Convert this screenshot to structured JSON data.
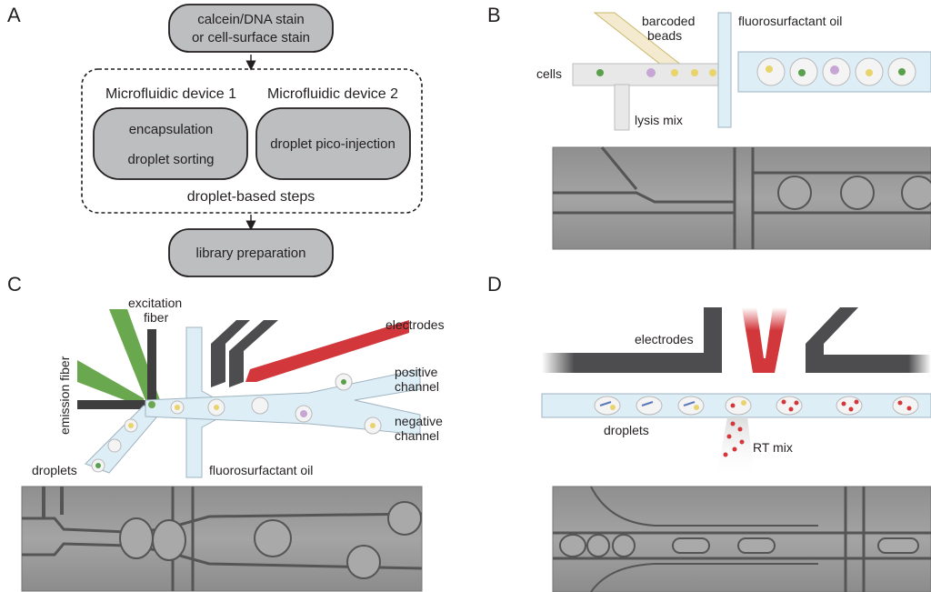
{
  "panel_labels": [
    "A",
    "B",
    "C",
    "D"
  ],
  "panel_a": {
    "stain_box": [
      "calcein/DNA stain",
      "or  cell-surface stain"
    ],
    "device1_title": "Microfluidic device 1",
    "device2_title": "Microfluidic device 2",
    "device1_steps": [
      "encapsulation",
      "droplet sorting"
    ],
    "device2_step": "droplet pico-injection",
    "group_label": "droplet-based steps",
    "library_box": "library preparation"
  },
  "panel_b": {
    "barcoded_beads": [
      "barcoded",
      "beads"
    ],
    "oil": "fluorosurfactant oil",
    "cells": "cells",
    "lysis": "lysis mix"
  },
  "panel_c": {
    "excitation": [
      "excitation",
      "fiber"
    ],
    "emission": "emission fiber",
    "electrodes": "electrodes",
    "positive": [
      "positive",
      "channel"
    ],
    "negative": [
      "negative",
      "channel"
    ],
    "droplets": "droplets",
    "oil": "fluorosurfactant oil"
  },
  "panel_d": {
    "electrodes": "electrodes",
    "droplets": "droplets",
    "rt_mix": "RT mix"
  },
  "colors": {
    "box_fill": "#bcbec0",
    "channel_fill": "#deeef7",
    "channel_edge": "#9fb3bf",
    "electrode_dark": "#4d4d4f",
    "electrode_red": "#d2373b",
    "fiber_green": "#6aa84f",
    "bead_yellow": "#e8d46a",
    "micro_gray": "#9a9a9a"
  }
}
